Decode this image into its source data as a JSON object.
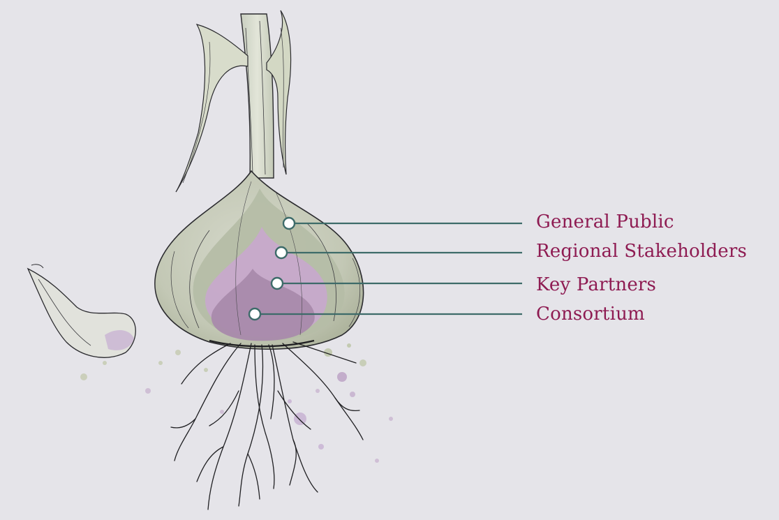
{
  "layers": [
    {
      "label": "General Public"
    },
    {
      "label": "Regional Stakeholders"
    },
    {
      "label": "Key Partners"
    },
    {
      "label": "Consortium"
    }
  ],
  "colors": {
    "background": "#e5e4e9",
    "label_text": "#8e1b52",
    "leader_line": "#3d6b69",
    "outer_layer": "#c7cbbb",
    "second_layer": "#b6bda8",
    "third_layer": "#c5a9c9",
    "inner_layer": "#a887a8",
    "sketch_ink": "#1f1f22"
  }
}
